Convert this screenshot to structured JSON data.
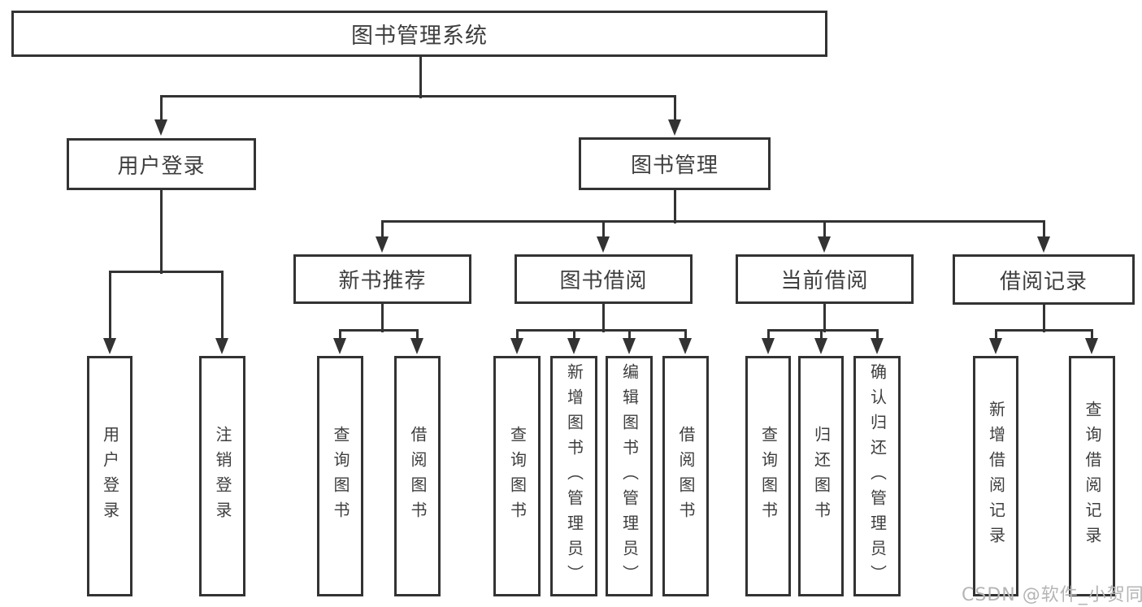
{
  "diagram": {
    "type": "tree-diagram",
    "title": "图书管理系统",
    "nodes": {
      "root": "图书管理系统",
      "user_login": "用户登录",
      "book_mgmt": "图书管理",
      "new_book_rec": "新书推荐",
      "book_borrow": "图书借阅",
      "current_borrow": "当前借阅",
      "borrow_records": "借阅记录",
      "leaf_user_login": "用户登录",
      "leaf_logout": "注销登录",
      "leaf_query_book_1": "查询图书",
      "leaf_borrow_book_1": "借阅图书",
      "leaf_query_book_2": "查询图书",
      "leaf_add_book": "新增图书（管理员）",
      "leaf_edit_book": "编辑图书（管理员）",
      "leaf_borrow_book_2": "借阅图书",
      "leaf_query_book_3": "查询图书",
      "leaf_return_book": "归还图书",
      "leaf_confirm_return": "确认归还（管理员）",
      "leaf_add_borrow_record": "新增借阅记录",
      "leaf_query_borrow_record": "查询借阅记录"
    },
    "edges": [
      {
        "from": "root",
        "to": [
          "user_login",
          "book_mgmt"
        ]
      },
      {
        "from": "user_login",
        "to": [
          "leaf_user_login",
          "leaf_logout"
        ]
      },
      {
        "from": "book_mgmt",
        "to": [
          "new_book_rec",
          "book_borrow",
          "current_borrow",
          "borrow_records"
        ]
      },
      {
        "from": "new_book_rec",
        "to": [
          "leaf_query_book_1",
          "leaf_borrow_book_1"
        ]
      },
      {
        "from": "book_borrow",
        "to": [
          "leaf_query_book_2",
          "leaf_add_book",
          "leaf_edit_book",
          "leaf_borrow_book_2"
        ]
      },
      {
        "from": "current_borrow",
        "to": [
          "leaf_query_book_3",
          "leaf_return_book",
          "leaf_confirm_return"
        ]
      },
      {
        "from": "borrow_records",
        "to": [
          "leaf_add_borrow_record",
          "leaf_query_borrow_record"
        ]
      }
    ],
    "watermark": "CSDN @软件_小贺同学",
    "colors": {
      "line": "#333333",
      "text": "#3e3e3e",
      "box_fill": "#ffffff",
      "background": "#ffffff",
      "watermark": "#b5b5b5"
    }
  }
}
